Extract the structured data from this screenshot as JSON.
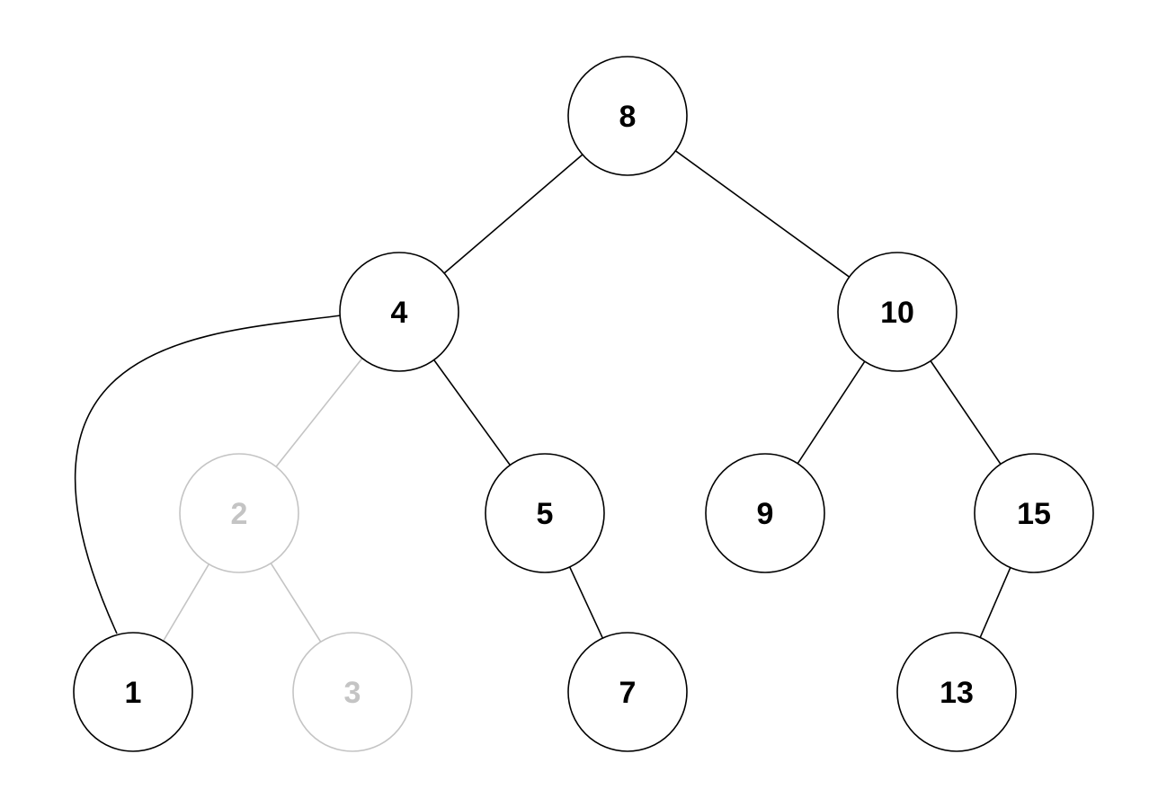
{
  "colors": {
    "active": "#000000",
    "removed": "#c4c4c4",
    "background": "#ffffff"
  },
  "nodes": [
    {
      "id": "n8",
      "label": "8",
      "state": "active"
    },
    {
      "id": "n4",
      "label": "4",
      "state": "active"
    },
    {
      "id": "n10",
      "label": "10",
      "state": "active"
    },
    {
      "id": "n2",
      "label": "2",
      "state": "removed"
    },
    {
      "id": "n5",
      "label": "5",
      "state": "active"
    },
    {
      "id": "n9",
      "label": "9",
      "state": "active"
    },
    {
      "id": "n15",
      "label": "15",
      "state": "active"
    },
    {
      "id": "n1",
      "label": "1",
      "state": "active"
    },
    {
      "id": "n3",
      "label": "3",
      "state": "removed"
    },
    {
      "id": "n7",
      "label": "7",
      "state": "active"
    },
    {
      "id": "n13",
      "label": "13",
      "state": "active"
    }
  ],
  "edges": [
    {
      "from": "n8",
      "to": "n4",
      "state": "active"
    },
    {
      "from": "n8",
      "to": "n10",
      "state": "active"
    },
    {
      "from": "n4",
      "to": "n2",
      "state": "removed"
    },
    {
      "from": "n4",
      "to": "n5",
      "state": "active"
    },
    {
      "from": "n4",
      "to": "n1",
      "state": "active",
      "style": "curved"
    },
    {
      "from": "n10",
      "to": "n9",
      "state": "active"
    },
    {
      "from": "n10",
      "to": "n15",
      "state": "active"
    },
    {
      "from": "n2",
      "to": "n1",
      "state": "removed"
    },
    {
      "from": "n2",
      "to": "n3",
      "state": "removed"
    },
    {
      "from": "n5",
      "to": "n7",
      "state": "active"
    },
    {
      "from": "n15",
      "to": "n13",
      "state": "active"
    }
  ]
}
